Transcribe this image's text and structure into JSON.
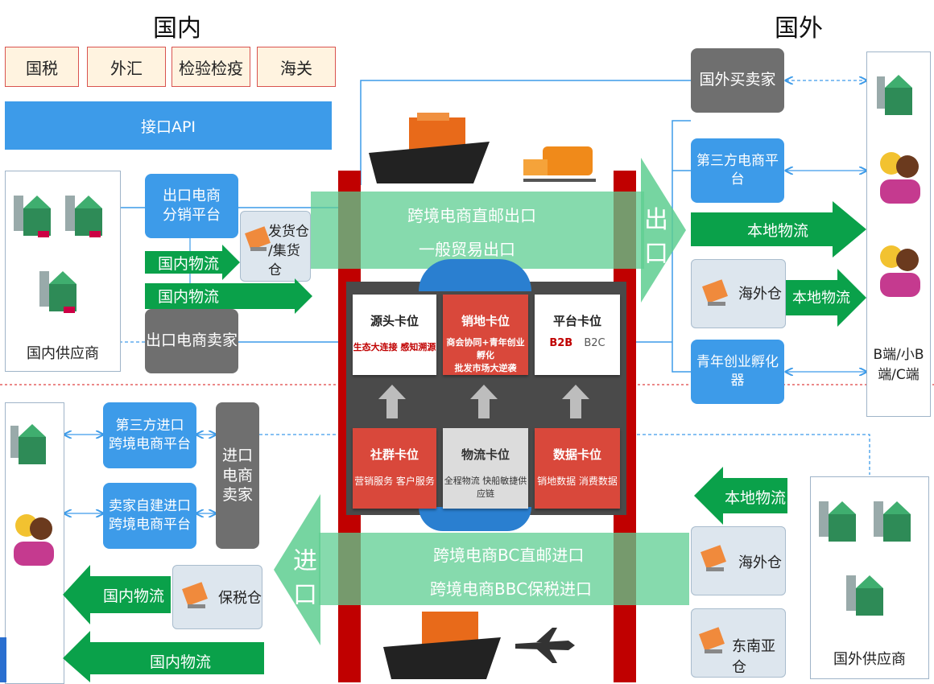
{
  "headers": {
    "domestic": "国内",
    "foreign": "国外"
  },
  "agencies": [
    "国税",
    "外汇",
    "检验检疫",
    "海关"
  ],
  "api_bar": "接口API",
  "left_top": {
    "platform": "出口电商\n分销平台",
    "warehouse": "发货仓\n/集货仓",
    "domestic_logistics_1": "国内物流",
    "domestic_logistics_2": "国内物流",
    "seller": "出口电商卖家",
    "supplier": "国内供应商"
  },
  "export_flows": {
    "direct_mail": "跨境电商直邮出口",
    "general_trade": "一般贸易出口",
    "export_char_1": "出",
    "export_char_2": "口"
  },
  "right_top": {
    "foreign_buyer": "国外买卖家",
    "third_party_platform": "第三方电商平台",
    "local_logistics_1": "本地物流",
    "overseas_warehouse": "海外仓",
    "local_logistics_2": "本地物流",
    "incubator": "青年创业孵化器",
    "customer": "B端/小B\n端/C端"
  },
  "center": {
    "cards_top": [
      {
        "title": "源头卡位",
        "sub": "生态大连接 感知溯源"
      },
      {
        "title": "销地卡位",
        "sub": "商会协同+青年创业孵化\n批发市场大逆袭"
      },
      {
        "title": "平台卡位",
        "sub_a": "B2B",
        "sub_b": "B2C"
      }
    ],
    "cards_bottom": [
      {
        "title": "社群卡位",
        "sub": "营销服务 客户服务"
      },
      {
        "title": "物流卡位",
        "sub": "全程物流 快船敏捷供应链"
      },
      {
        "title": "数据卡位",
        "sub": "销地数据 消费数据"
      }
    ]
  },
  "left_bottom": {
    "third_party_import": "第三方进口\n跨境电商平台",
    "self_built_import": "卖家自建进口\n跨境电商平台",
    "import_seller": "进口\n电商\n卖家",
    "bonded_warehouse": "保税仓",
    "domestic_logistics_3": "国内物流",
    "domestic_logistics_4": "国内物流"
  },
  "import_flows": {
    "bc_direct": "跨境电商BC直邮进口",
    "bbc_bonded": "跨境电商BBC保税进口",
    "import_char_1": "进",
    "import_char_2": "口"
  },
  "right_bottom": {
    "local_logistics_3": "本地物流",
    "overseas_warehouse_2": "海外仓",
    "sea_warehouse": "东南亚仓",
    "foreign_supplier": "国外供应商"
  },
  "colors": {
    "blue": "#3d9be9",
    "green": "#0aa14a",
    "light_green": "#7fd6a6",
    "red": "#c00000",
    "gray": "#6f6f6f"
  }
}
